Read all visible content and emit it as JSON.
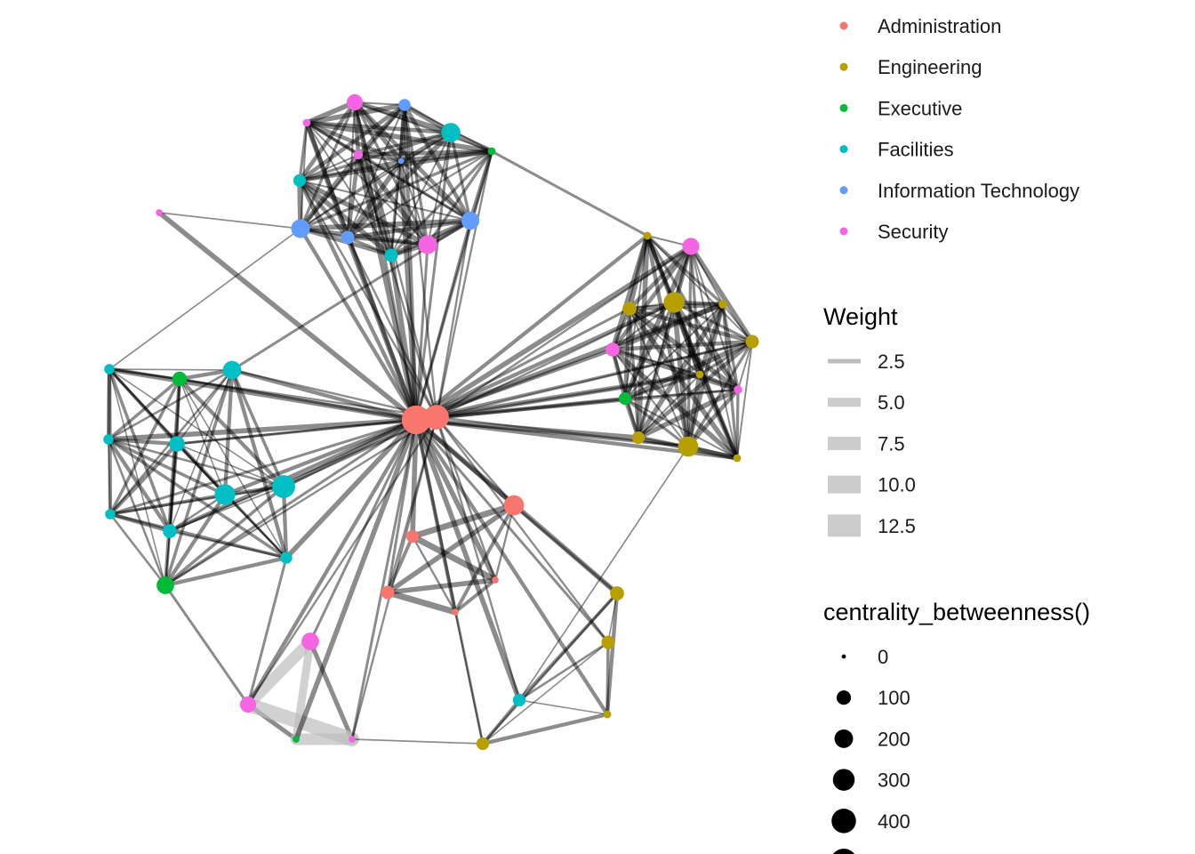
{
  "legend": {
    "group": {
      "title": "",
      "items": [
        {
          "label": "Administration",
          "color": "#F8766D"
        },
        {
          "label": "Engineering",
          "color": "#B79F00"
        },
        {
          "label": "Executive",
          "color": "#00BA38"
        },
        {
          "label": "Facilities",
          "color": "#00BFC4"
        },
        {
          "label": "Information Technology",
          "color": "#619CFF"
        },
        {
          "label": "Security",
          "color": "#F564E3"
        }
      ]
    },
    "weight": {
      "title": "Weight",
      "items": [
        {
          "label": "2.5",
          "value": 2.5
        },
        {
          "label": "5.0",
          "value": 5.0
        },
        {
          "label": "7.5",
          "value": 7.5
        },
        {
          "label": "10.0",
          "value": 10.0
        },
        {
          "label": "12.5",
          "value": 12.5
        }
      ]
    },
    "size": {
      "title": "centrality_betweenness()",
      "items": [
        {
          "label": "0",
          "value": 0
        },
        {
          "label": "100",
          "value": 100
        },
        {
          "label": "200",
          "value": 200
        },
        {
          "label": "300",
          "value": 300
        },
        {
          "label": "400",
          "value": 400
        }
      ]
    }
  },
  "network": {
    "nodes": [
      {
        "id": "hub1",
        "group": "Administration",
        "betweenness": 520
      },
      {
        "id": "hub2",
        "group": "Administration",
        "betweenness": 360
      },
      {
        "id": "a3",
        "group": "Administration",
        "betweenness": 220
      },
      {
        "id": "a4",
        "group": "Administration",
        "betweenness": 60
      },
      {
        "id": "a5",
        "group": "Administration",
        "betweenness": 70
      },
      {
        "id": "a6",
        "group": "Administration",
        "betweenness": 5
      },
      {
        "id": "a7",
        "group": "Administration",
        "betweenness": 5
      },
      {
        "id": "s1",
        "group": "Security",
        "betweenness": 120
      },
      {
        "id": "s2",
        "group": "Security",
        "betweenness": 10
      },
      {
        "id": "s3",
        "group": "Security",
        "betweenness": 20
      },
      {
        "id": "s4",
        "group": "Security",
        "betweenness": 180
      },
      {
        "id": "s5",
        "group": "Security",
        "betweenness": 5
      },
      {
        "id": "i1",
        "group": "Information Technology",
        "betweenness": 50
      },
      {
        "id": "i2",
        "group": "Information Technology",
        "betweenness": 2
      },
      {
        "id": "i3",
        "group": "Information Technology",
        "betweenness": 160
      },
      {
        "id": "i4",
        "group": "Information Technology",
        "betweenness": 180
      },
      {
        "id": "i5",
        "group": "Information Technology",
        "betweenness": 70
      },
      {
        "id": "f1",
        "group": "Facilities",
        "betweenness": 190
      },
      {
        "id": "f2",
        "group": "Facilities",
        "betweenness": 60
      },
      {
        "id": "f3",
        "group": "Facilities",
        "betweenness": 70
      },
      {
        "id": "x1",
        "group": "Executive",
        "betweenness": 10
      },
      {
        "id": "e1",
        "group": "Engineering",
        "betweenness": 10
      },
      {
        "id": "s6",
        "group": "Security",
        "betweenness": 140
      },
      {
        "id": "e2",
        "group": "Engineering",
        "betweenness": 80
      },
      {
        "id": "e3",
        "group": "Engineering",
        "betweenness": 230
      },
      {
        "id": "e4",
        "group": "Engineering",
        "betweenness": 15
      },
      {
        "id": "e5",
        "group": "Engineering",
        "betweenness": 70
      },
      {
        "id": "s7",
        "group": "Security",
        "betweenness": 80
      },
      {
        "id": "e6",
        "group": "Engineering",
        "betweenness": 10
      },
      {
        "id": "s8",
        "group": "Security",
        "betweenness": 15
      },
      {
        "id": "x2",
        "group": "Executive",
        "betweenness": 60
      },
      {
        "id": "e7",
        "group": "Engineering",
        "betweenness": 60
      },
      {
        "id": "e8",
        "group": "Engineering",
        "betweenness": 220
      },
      {
        "id": "e9",
        "group": "Engineering",
        "betweenness": 10
      },
      {
        "id": "f4",
        "group": "Facilities",
        "betweenness": 30
      },
      {
        "id": "x3",
        "group": "Executive",
        "betweenness": 90
      },
      {
        "id": "f5",
        "group": "Facilities",
        "betweenness": 170
      },
      {
        "id": "f6",
        "group": "Facilities",
        "betweenness": 30
      },
      {
        "id": "f7",
        "group": "Facilities",
        "betweenness": 110
      },
      {
        "id": "f8",
        "group": "Facilities",
        "betweenness": 230
      },
      {
        "id": "f9",
        "group": "Facilities",
        "betweenness": 300
      },
      {
        "id": "f10",
        "group": "Facilities",
        "betweenness": 30
      },
      {
        "id": "f11",
        "group": "Facilities",
        "betweenness": 80
      },
      {
        "id": "f12",
        "group": "Facilities",
        "betweenness": 50
      },
      {
        "id": "x4",
        "group": "Executive",
        "betweenness": 150
      },
      {
        "id": "s9",
        "group": "Security",
        "betweenness": 150
      },
      {
        "id": "s10",
        "group": "Security",
        "betweenness": 120
      },
      {
        "id": "x5",
        "group": "Executive",
        "betweenness": 5
      },
      {
        "id": "s11",
        "group": "Security",
        "betweenness": 5
      },
      {
        "id": "e10",
        "group": "Engineering",
        "betweenness": 80
      },
      {
        "id": "e11",
        "group": "Engineering",
        "betweenness": 70
      },
      {
        "id": "e12",
        "group": "Engineering",
        "betweenness": 10
      },
      {
        "id": "f13",
        "group": "Facilities",
        "betweenness": 60
      },
      {
        "id": "e13",
        "group": "Engineering",
        "betweenness": 60
      },
      {
        "id": "s12",
        "group": "Security",
        "betweenness": 10
      }
    ],
    "cliques": [
      {
        "members": [
          "s1",
          "s2",
          "s3",
          "s4",
          "i1",
          "i2",
          "i3",
          "i4",
          "i5",
          "f1",
          "f2",
          "f3",
          "x1"
        ],
        "weight": 4,
        "toHub": true
      },
      {
        "members": [
          "e1",
          "s6",
          "e2",
          "e3",
          "e4",
          "e5",
          "s7",
          "e6",
          "s8",
          "x2",
          "e7",
          "e8",
          "e9"
        ],
        "weight": 4,
        "toHub": true
      },
      {
        "members": [
          "f4",
          "x3",
          "f5",
          "f6",
          "f7",
          "f8",
          "f9",
          "f10",
          "f11",
          "f12",
          "x4"
        ],
        "weight": 3,
        "toHub": true
      },
      {
        "members": [
          "s9",
          "s10",
          "x5",
          "s11"
        ],
        "weight": 12,
        "toHub": true
      },
      {
        "members": [
          "a3",
          "a4",
          "a5",
          "a6",
          "a7"
        ],
        "weight": 5,
        "toHub": true
      },
      {
        "members": [
          "e10",
          "e11",
          "e12",
          "f13",
          "e13"
        ],
        "weight": 3,
        "toHub": true
      }
    ],
    "edges": [
      {
        "from": "hub1",
        "to": "hub2",
        "weight": 12
      },
      {
        "from": "hub1",
        "to": "s5",
        "weight": 4
      },
      {
        "from": "s5",
        "to": "i4",
        "weight": 1
      },
      {
        "from": "x1",
        "to": "e1",
        "weight": 2
      },
      {
        "from": "i3",
        "to": "f5",
        "weight": 2
      },
      {
        "from": "f12",
        "to": "s10",
        "weight": 2
      },
      {
        "from": "x4",
        "to": "s10",
        "weight": 2
      },
      {
        "from": "e8",
        "to": "f13",
        "weight": 1
      },
      {
        "from": "a3",
        "to": "e10",
        "weight": 2
      },
      {
        "from": "a6",
        "to": "e13",
        "weight": 1
      },
      {
        "from": "s11",
        "to": "e13",
        "weight": 1
      },
      {
        "from": "f4",
        "to": "i4",
        "weight": 1
      }
    ]
  }
}
